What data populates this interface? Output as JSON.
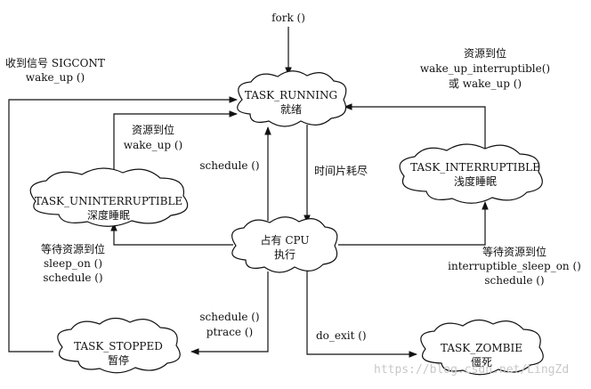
{
  "entry_label": "fork ()",
  "states": {
    "running": {
      "name": "TASK_RUNNING",
      "desc": "就绪"
    },
    "cpu": {
      "name": "占有 CPU",
      "desc": "执行"
    },
    "interruptible": {
      "name": "TASK_INTERRUPTIBLE",
      "desc": "浅度睡眠"
    },
    "uninterruptible": {
      "name": "TASK_UNINTERRUPTIBLE",
      "desc": "深度睡眠"
    },
    "stopped": {
      "name": "TASK_STOPPED",
      "desc": "暂停"
    },
    "zombie": {
      "name": "TASK_ZOMBIE",
      "desc": "僵死"
    }
  },
  "transitions": {
    "sigcont": [
      "收到信号 SIGCONT",
      "wake_up ()"
    ],
    "interruptible_wake": [
      "资源到位",
      "wake_up_interruptible()",
      "或 wake_up ()"
    ],
    "uninterruptible_wake": [
      "资源到位",
      "wake_up ()"
    ],
    "schedule": [
      "schedule ()"
    ],
    "timeslice": [
      "时间片耗尽"
    ],
    "sleep_on": [
      "等待资源到位",
      "sleep_on ()",
      "schedule ()"
    ],
    "interruptible_sleep_on": [
      "等待资源到位",
      "interruptible_sleep_on ()",
      "schedule ()"
    ],
    "ptrace": [
      "schedule ()",
      "ptrace ()"
    ],
    "do_exit": [
      "do_exit ()"
    ]
  },
  "watermark": "https://blog.csdn.net/LingZd"
}
